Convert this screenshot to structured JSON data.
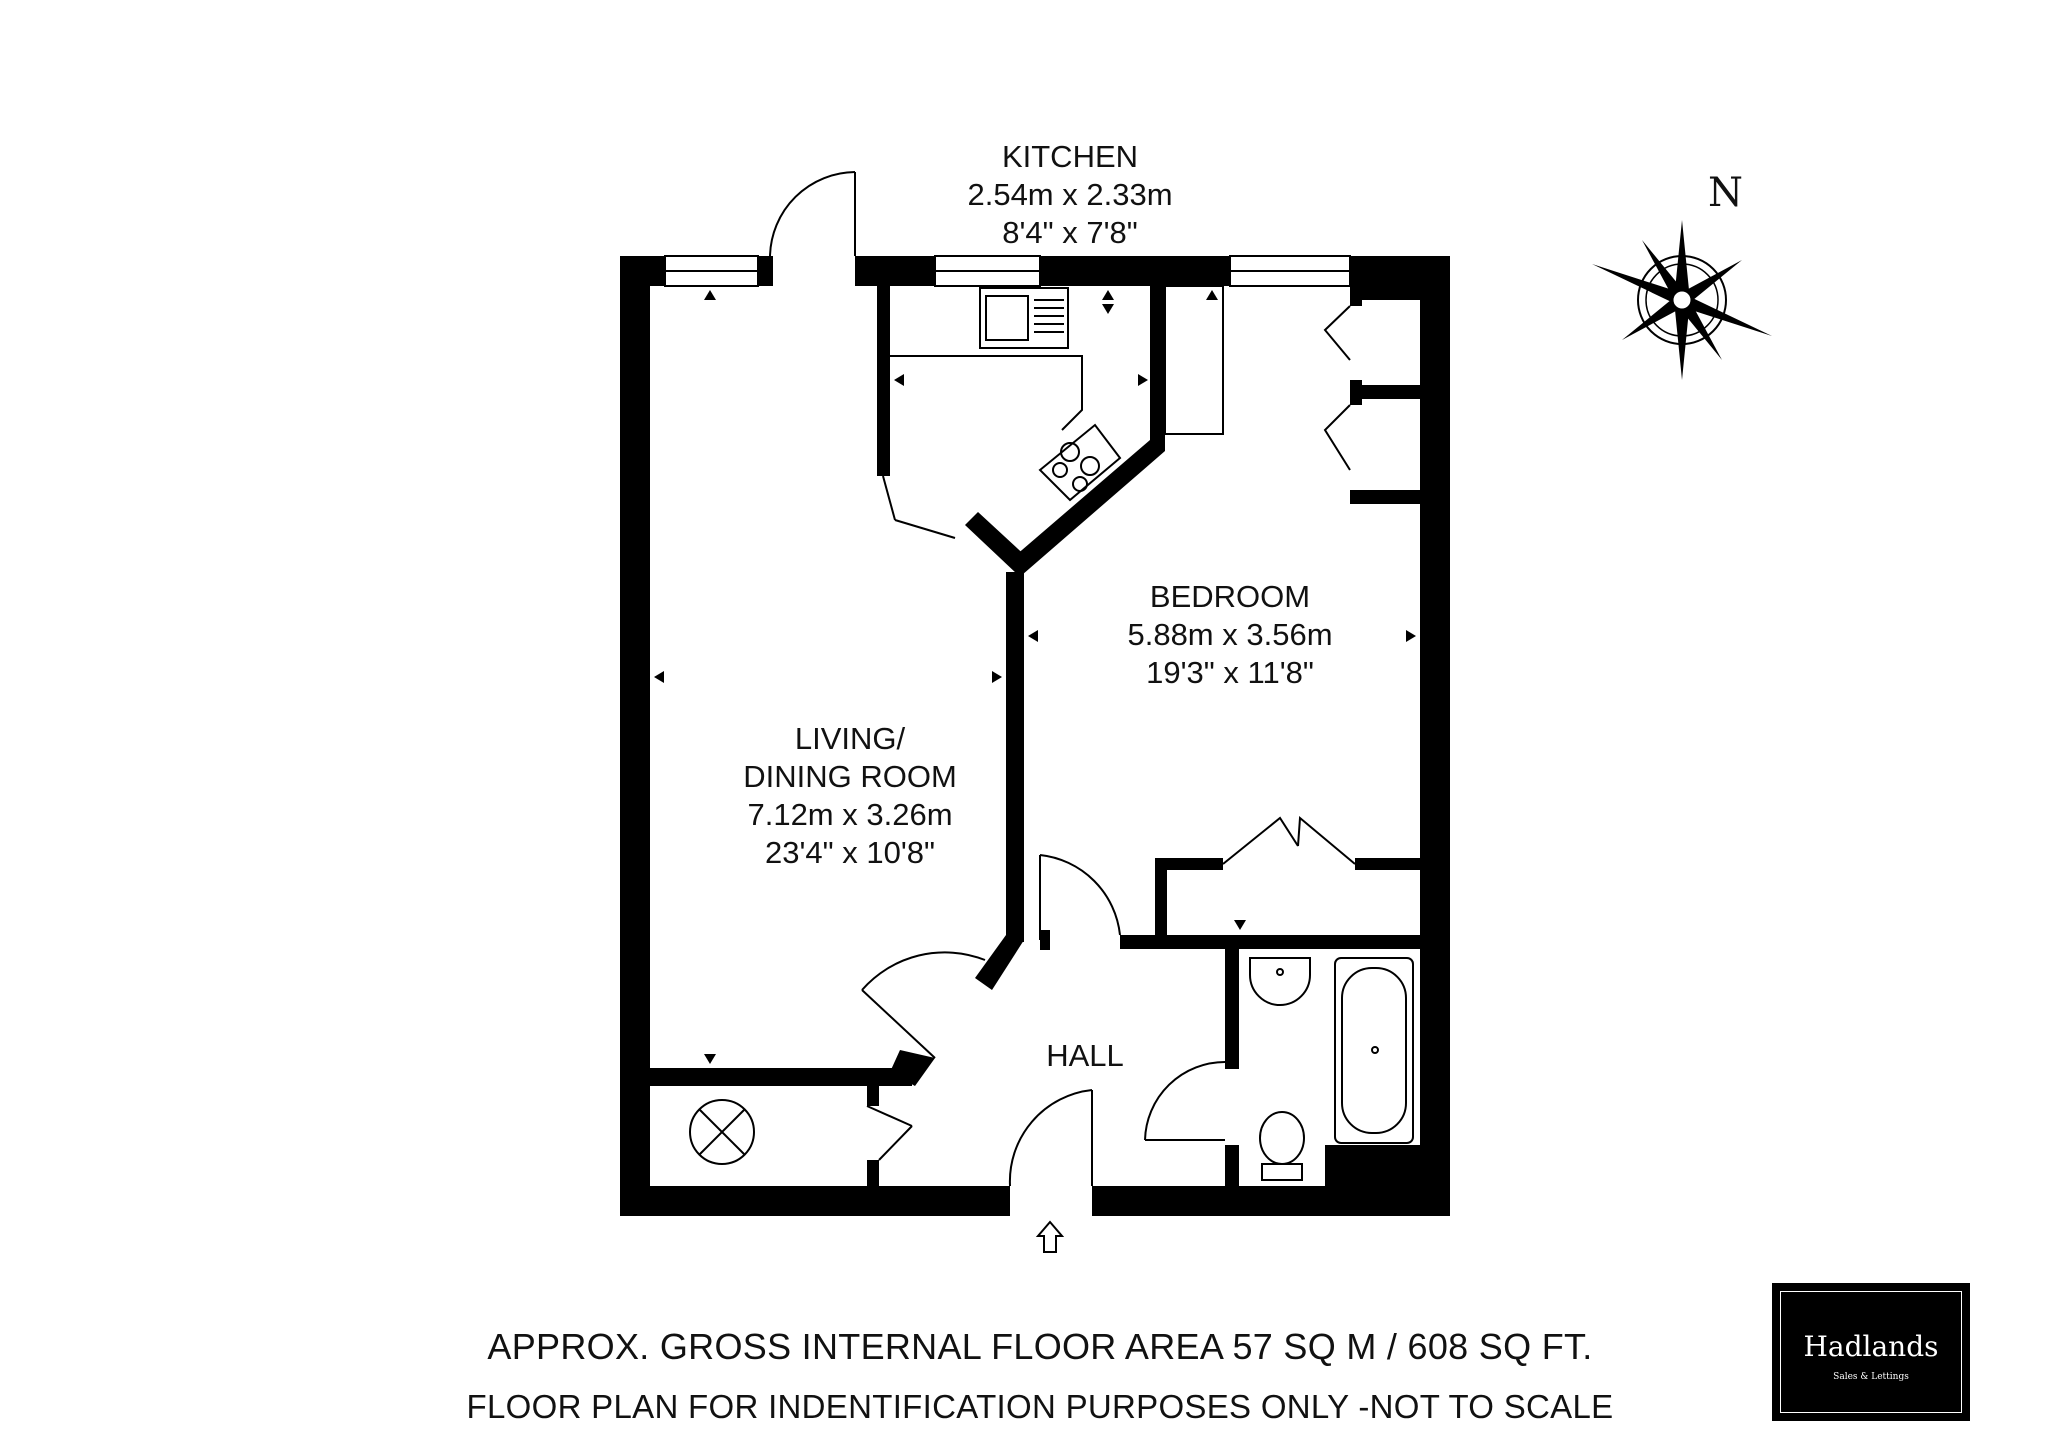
{
  "rooms": {
    "kitchen": {
      "name": "KITCHEN",
      "metric": "2.54m x 2.33m",
      "imperial": "8'4\" x 7'8\""
    },
    "living": {
      "name_line1": "LIVING/",
      "name_line2": "DINING ROOM",
      "metric": "7.12m x 3.26m",
      "imperial": "23'4\" x 10'8\""
    },
    "bedroom": {
      "name": "BEDROOM",
      "metric": "5.88m x 3.56m",
      "imperial": "19'3\" x 11'8\""
    },
    "hall": {
      "name": "HALL"
    }
  },
  "compass": {
    "north_label": "N"
  },
  "footer": {
    "area": "APPROX. GROSS INTERNAL FLOOR AREA  57 SQ M / 608 SQ FT.",
    "note": "FLOOR PLAN FOR INDENTIFICATION PURPOSES ONLY -NOT TO SCALE"
  },
  "brand": {
    "name": "Hadlands",
    "tagline": "Sales & Lettings"
  }
}
